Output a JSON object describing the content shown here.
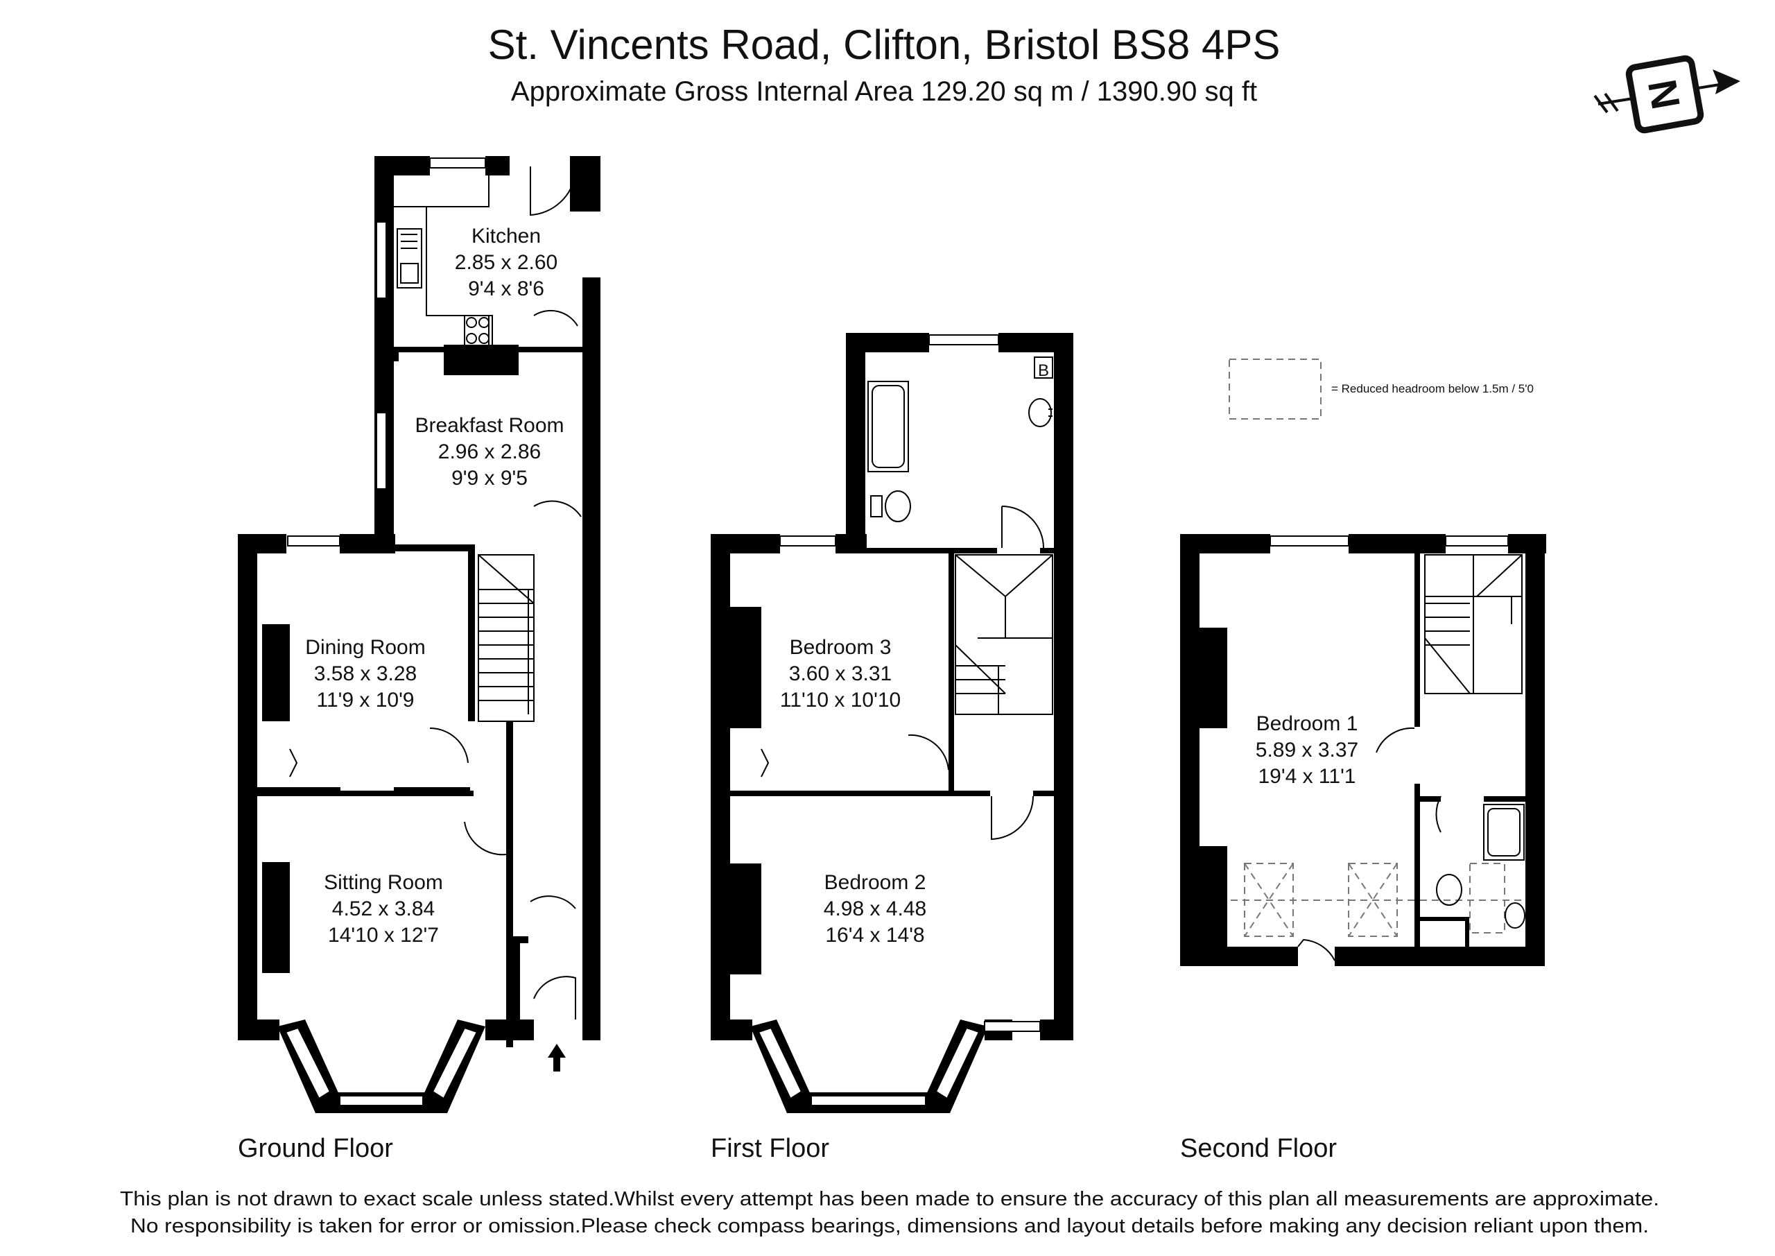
{
  "header": {
    "title": "St. Vincents Road, Clifton, Bristol BS8 4PS",
    "subtitle": "Approximate Gross Internal Area 129.20 sq m / 1390.90 sq ft"
  },
  "compass": {
    "letter": "N"
  },
  "legend": {
    "label": "= Reduced headroom below 1.5m / 5'0"
  },
  "boiler": {
    "label": "B"
  },
  "floors": {
    "ground": "Ground Floor",
    "first": "First Floor",
    "second": "Second Floor"
  },
  "rooms": {
    "kitchen": {
      "name": "Kitchen",
      "metric": "2.85 x 2.60",
      "imperial": "9'4 x 8'6"
    },
    "breakfast": {
      "name": "Breakfast Room",
      "metric": "2.96 x 2.86",
      "imperial": "9'9 x 9'5"
    },
    "dining": {
      "name": "Dining Room",
      "metric": "3.58 x 3.28",
      "imperial": "11'9 x 10'9"
    },
    "sitting": {
      "name": "Sitting Room",
      "metric": "4.52 x 3.84",
      "imperial": "14'10 x 12'7"
    },
    "bedroom3": {
      "name": "Bedroom 3",
      "metric": "3.60 x 3.31",
      "imperial": "11'10 x 10'10"
    },
    "bedroom2": {
      "name": "Bedroom 2",
      "metric": "4.98 x 4.48",
      "imperial": "16'4 x 14'8"
    },
    "bedroom1": {
      "name": "Bedroom 1",
      "metric": "5.89 x 3.37",
      "imperial": "19'4 x 11'1"
    }
  },
  "disclaimer": {
    "line1": "This plan is not drawn to exact scale unless stated.Whilst every attempt has been made to ensure the accuracy of this plan all measurements are approximate.",
    "line2": "No responsibility is taken for error or omission.Please check compass bearings, dimensions and layout details before making any decision reliant upon them."
  }
}
